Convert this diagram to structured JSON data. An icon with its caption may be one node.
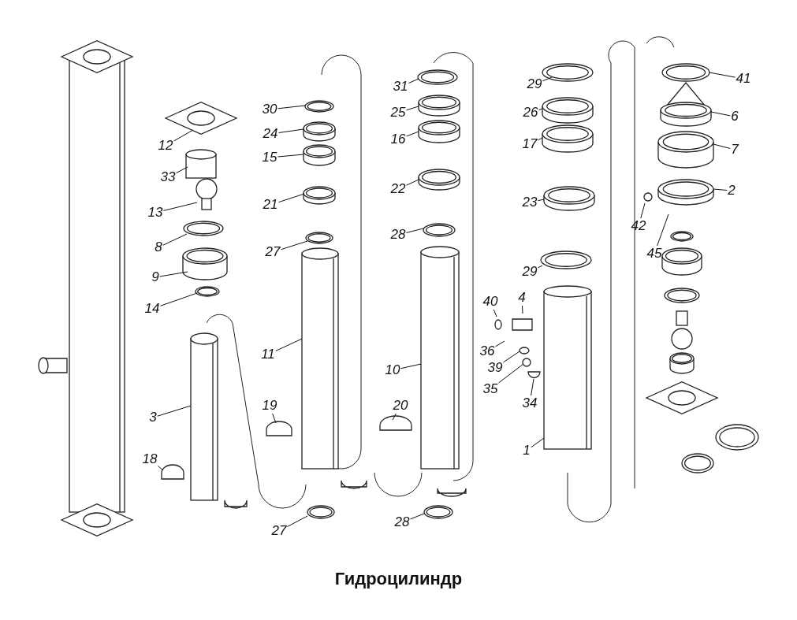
{
  "diagram": {
    "caption": "Гидроцилиндр",
    "nodes": [
      {
        "text": [
          "12"
        ]
      },
      {
        "text": [
          "33"
        ]
      },
      {
        "text": [
          "13"
        ]
      },
      {
        "text": [
          "8"
        ]
      },
      {
        "text": [
          "9"
        ]
      },
      {
        "text": [
          "14"
        ]
      },
      {
        "text": [
          "3"
        ]
      },
      {
        "text": [
          "18"
        ]
      },
      {
        "text": [
          "30"
        ]
      },
      {
        "text": [
          "24"
        ]
      },
      {
        "text": [
          "15"
        ]
      },
      {
        "text": [
          "21"
        ]
      },
      {
        "text": [
          "27"
        ]
      },
      {
        "text": [
          "11"
        ]
      },
      {
        "text": [
          "19"
        ]
      },
      {
        "text": [
          "27"
        ]
      },
      {
        "text": [
          "31"
        ]
      },
      {
        "text": [
          "25"
        ]
      },
      {
        "text": [
          "16"
        ]
      },
      {
        "text": [
          "22"
        ]
      },
      {
        "text": [
          "28"
        ]
      },
      {
        "text": [
          "10"
        ]
      },
      {
        "text": [
          "20"
        ]
      },
      {
        "text": [
          "28"
        ]
      },
      {
        "text": [
          "29"
        ]
      },
      {
        "text": [
          "26"
        ]
      },
      {
        "text": [
          "17"
        ]
      },
      {
        "text": [
          "23"
        ]
      },
      {
        "text": [
          "29"
        ]
      },
      {
        "text": [
          "40"
        ]
      },
      {
        "text": [
          "4"
        ]
      },
      {
        "text": [
          "36"
        ]
      },
      {
        "text": [
          "39"
        ]
      },
      {
        "text": [
          "35"
        ]
      },
      {
        "text": [
          "34"
        ]
      },
      {
        "text": [
          "1"
        ]
      },
      {
        "text": [
          "41"
        ]
      },
      {
        "text": [
          "6"
        ]
      },
      {
        "text": [
          "7"
        ]
      },
      {
        "text": [
          "2"
        ]
      },
      {
        "text": [
          "42"
        ]
      },
      {
        "text": [
          "45"
        ]
      }
    ],
    "edges": [
      {
        "from": 0,
        "to": null,
        "arrow": "none"
      },
      {
        "from": 1,
        "to": null,
        "arrow": "none"
      },
      {
        "from": 2,
        "to": null,
        "arrow": "none"
      },
      {
        "from": 3,
        "to": null,
        "arrow": "none"
      },
      {
        "from": 4,
        "to": null,
        "arrow": "none"
      },
      {
        "from": 5,
        "to": null,
        "arrow": "none"
      },
      {
        "from": 6,
        "to": null,
        "arrow": "none"
      },
      {
        "from": 7,
        "to": null,
        "arrow": "none"
      },
      {
        "from": 8,
        "to": null,
        "arrow": "none"
      },
      {
        "from": 9,
        "to": null,
        "arrow": "none"
      },
      {
        "from": 10,
        "to": null,
        "arrow": "none"
      },
      {
        "from": 11,
        "to": null,
        "arrow": "none"
      },
      {
        "from": 12,
        "to": null,
        "arrow": "none"
      },
      {
        "from": 13,
        "to": null,
        "arrow": "none"
      },
      {
        "from": 14,
        "to": null,
        "arrow": "none"
      },
      {
        "from": 15,
        "to": null,
        "arrow": "none"
      },
      {
        "from": 16,
        "to": null,
        "arrow": "none"
      },
      {
        "from": 17,
        "to": null,
        "arrow": "none"
      },
      {
        "from": 18,
        "to": null,
        "arrow": "none"
      },
      {
        "from": 19,
        "to": null,
        "arrow": "none"
      },
      {
        "from": 20,
        "to": null,
        "arrow": "none"
      },
      {
        "from": 21,
        "to": null,
        "arrow": "none"
      },
      {
        "from": 22,
        "to": null,
        "arrow": "none"
      },
      {
        "from": 23,
        "to": null,
        "arrow": "none"
      },
      {
        "from": 24,
        "to": null,
        "arrow": "none"
      },
      {
        "from": 25,
        "to": null,
        "arrow": "none"
      },
      {
        "from": 26,
        "to": null,
        "arrow": "none"
      },
      {
        "from": 27,
        "to": null,
        "arrow": "none"
      },
      {
        "from": 28,
        "to": null,
        "arrow": "none"
      },
      {
        "from": 29,
        "to": null,
        "arrow": "none"
      },
      {
        "from": 30,
        "to": null,
        "arrow": "none"
      },
      {
        "from": 31,
        "to": null,
        "arrow": "none"
      },
      {
        "from": 32,
        "to": null,
        "arrow": "none"
      },
      {
        "from": 33,
        "to": null,
        "arrow": "none"
      },
      {
        "from": 34,
        "to": null,
        "arrow": "none"
      },
      {
        "from": 35,
        "to": null,
        "arrow": "none"
      },
      {
        "from": 36,
        "to": null,
        "arrow": "none"
      },
      {
        "from": 37,
        "to": null,
        "arrow": "none"
      },
      {
        "from": 38,
        "to": null,
        "arrow": "none"
      },
      {
        "from": 39,
        "to": null,
        "arrow": "none"
      },
      {
        "from": 40,
        "to": null,
        "arrow": "none"
      },
      {
        "from": 41,
        "to": null,
        "arrow": "none"
      }
    ]
  }
}
